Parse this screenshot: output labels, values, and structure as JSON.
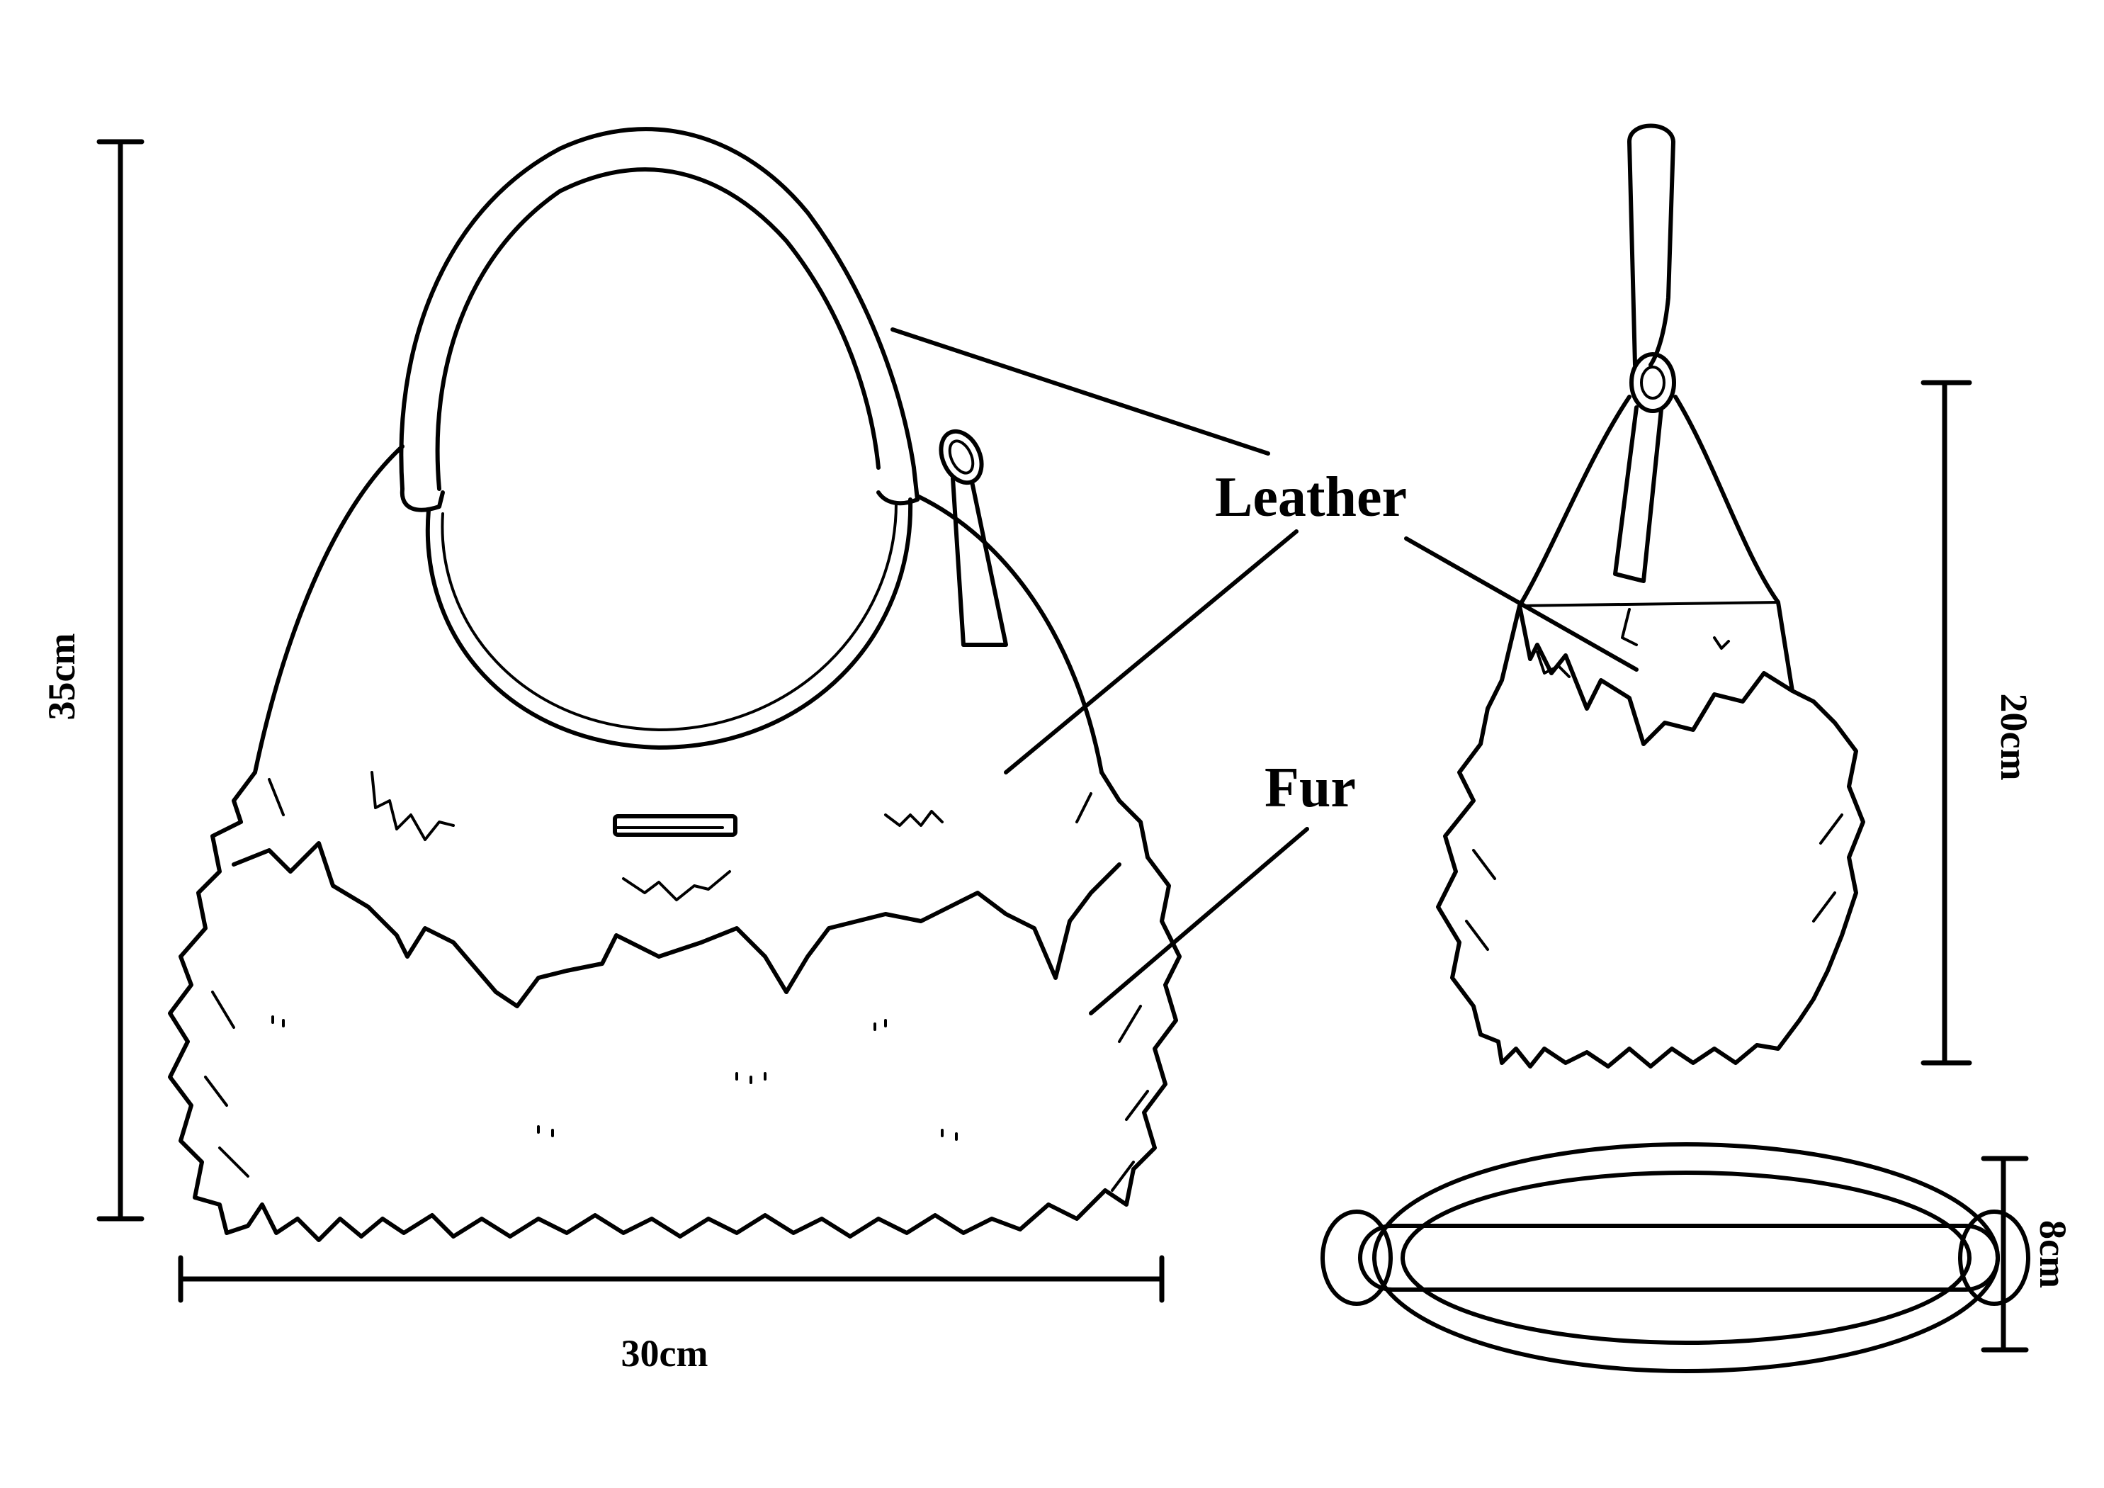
{
  "labels": {
    "material_leather": "Leather",
    "material_fur": "Fur"
  },
  "dimensions": {
    "height": "35cm",
    "width": "30cm",
    "side_height": "20cm",
    "depth": "8cm"
  },
  "colors": {
    "ink": "#000000",
    "background": "#ffffff"
  }
}
